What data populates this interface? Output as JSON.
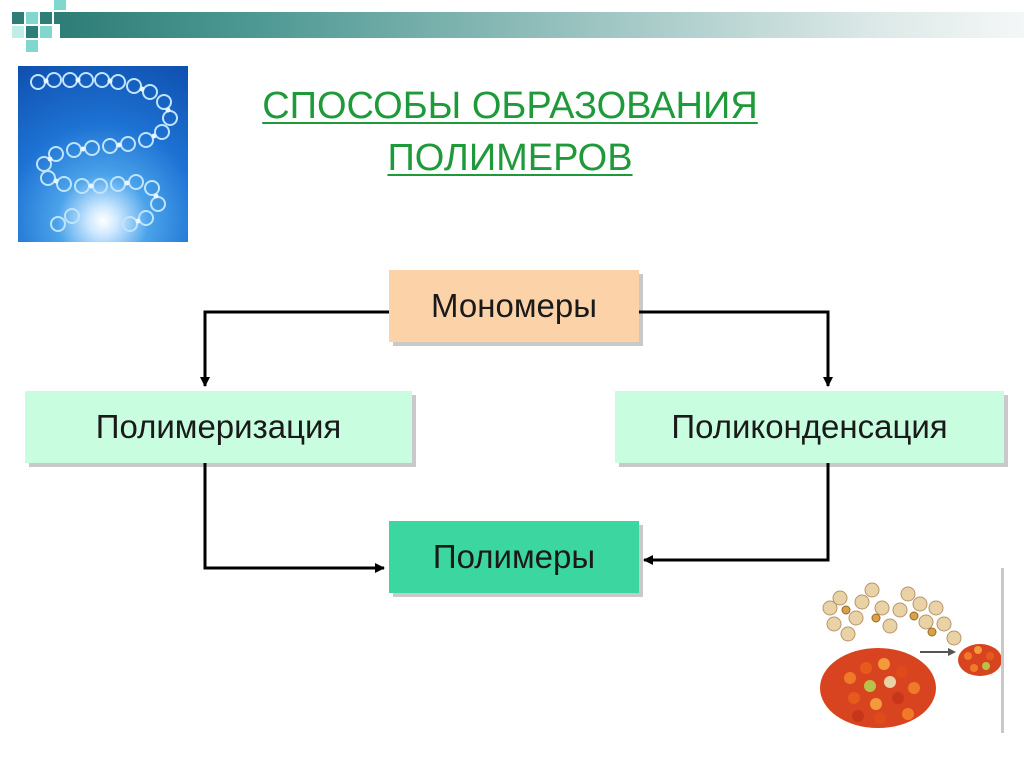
{
  "slide": {
    "title": "СПОСОБЫ ОБРАЗОВАНИЯ ПОЛИМЕРОВ"
  },
  "diagram": {
    "nodes": {
      "monomers": "Мономеры",
      "polymerization": "Полимеризация",
      "polycondensation": "Поликонденсация",
      "polymers": "Полимеры"
    },
    "edges": [
      {
        "from": "monomers",
        "to": "polymerization"
      },
      {
        "from": "monomers",
        "to": "polycondensation"
      },
      {
        "from": "polymerization",
        "to": "polymers"
      },
      {
        "from": "polycondensation",
        "to": "polymers"
      }
    ]
  },
  "images": {
    "top_left": "polymer-chain-image",
    "bottom_right": "protein-molecule-image"
  },
  "colors": {
    "title": "#1e9a3a",
    "monomers_fill": "#fcd3a8",
    "process_fill": "#c8fde0",
    "polymers_fill": "#3cd7a0",
    "arrow": "#000000"
  }
}
